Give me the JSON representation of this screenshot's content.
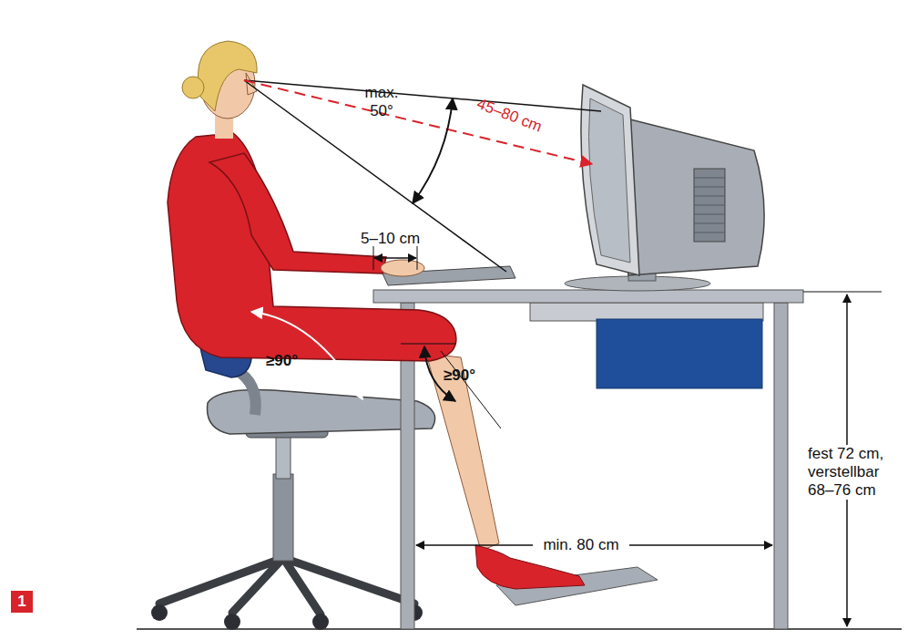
{
  "diagram": {
    "nodes": [
      {
        "text": [
          "1"
        ]
      }
    ],
    "labels": [
      "max. 50°",
      "45–80 cm",
      "5–10 cm",
      "≥90°",
      "≥90°",
      "min. 80 cm",
      "fest 72 cm, verstellbar 68–76 cm"
    ]
  }
}
